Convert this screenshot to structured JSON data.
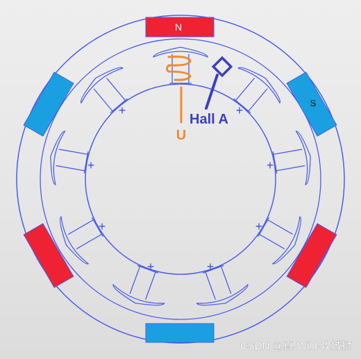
{
  "diagram": {
    "magnet_north_label": "N",
    "magnet_south_label": "S",
    "hall_sensor_label": "Hall A",
    "coil_phase_label": "U",
    "plus_marker": "+",
    "watermark": "CSDN @真·Wild·攻城狮"
  },
  "colors": {
    "outline": "#4a5ee8",
    "north_magnet": "#ee2233",
    "south_magnet": "#1aa0e0",
    "coil": "#f08a30",
    "hall": "#3b3fc0",
    "background": "#e8e8e8"
  }
}
